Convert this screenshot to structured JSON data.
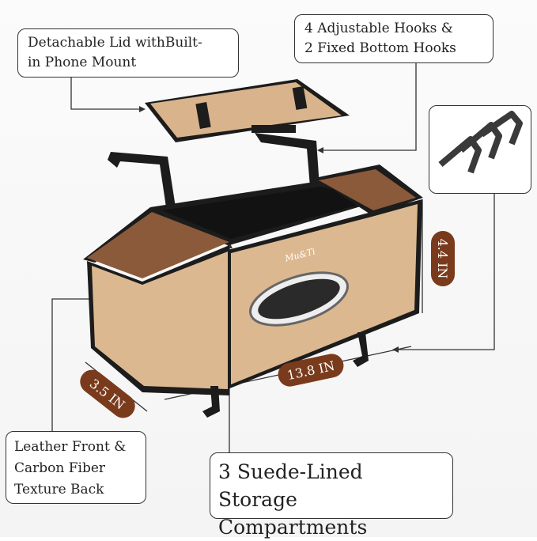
{
  "callouts": {
    "lid": {
      "line1": "Detachable Lid withBuilt-",
      "line2": "in Phone Mount"
    },
    "hooks": {
      "line1": "4 Adjustable Hooks &",
      "line2": "2 Fixed Bottom Hooks"
    },
    "leather": {
      "line1": "Leather Front &",
      "line2": "Carbon Fiber",
      "line3": "Texture Back"
    },
    "storage": {
      "line1": "3 Suede-Lined Storage",
      "line2": "Compartments"
    }
  },
  "dimensions": {
    "width": "13.8 IN",
    "height": "4.4 IN",
    "depth": "3.5 IN"
  },
  "brand": "Mu&Ti",
  "colors": {
    "leather": "#dcb890",
    "frame": "#1c1c1c",
    "label_bg": "#7a3b1c",
    "suede": "#8a5a3a"
  }
}
